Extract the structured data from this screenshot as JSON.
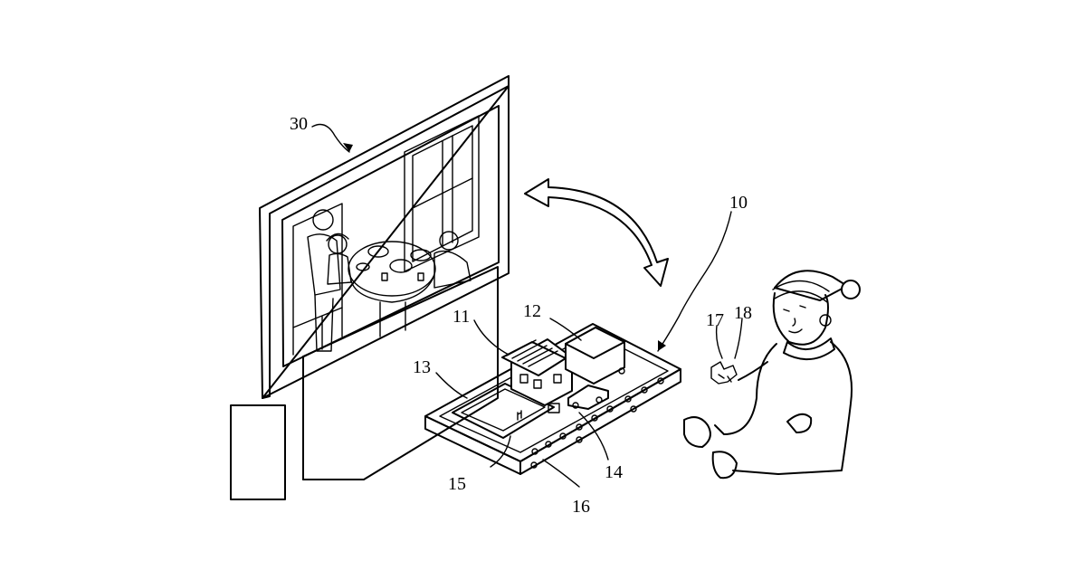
{
  "labels": {
    "display": "30",
    "playset": "10",
    "house": "11",
    "garage": "12",
    "pool": "13",
    "car": "14",
    "pool_item": "15",
    "buttons": "16",
    "toy_left": "17",
    "toy_right": "18"
  }
}
